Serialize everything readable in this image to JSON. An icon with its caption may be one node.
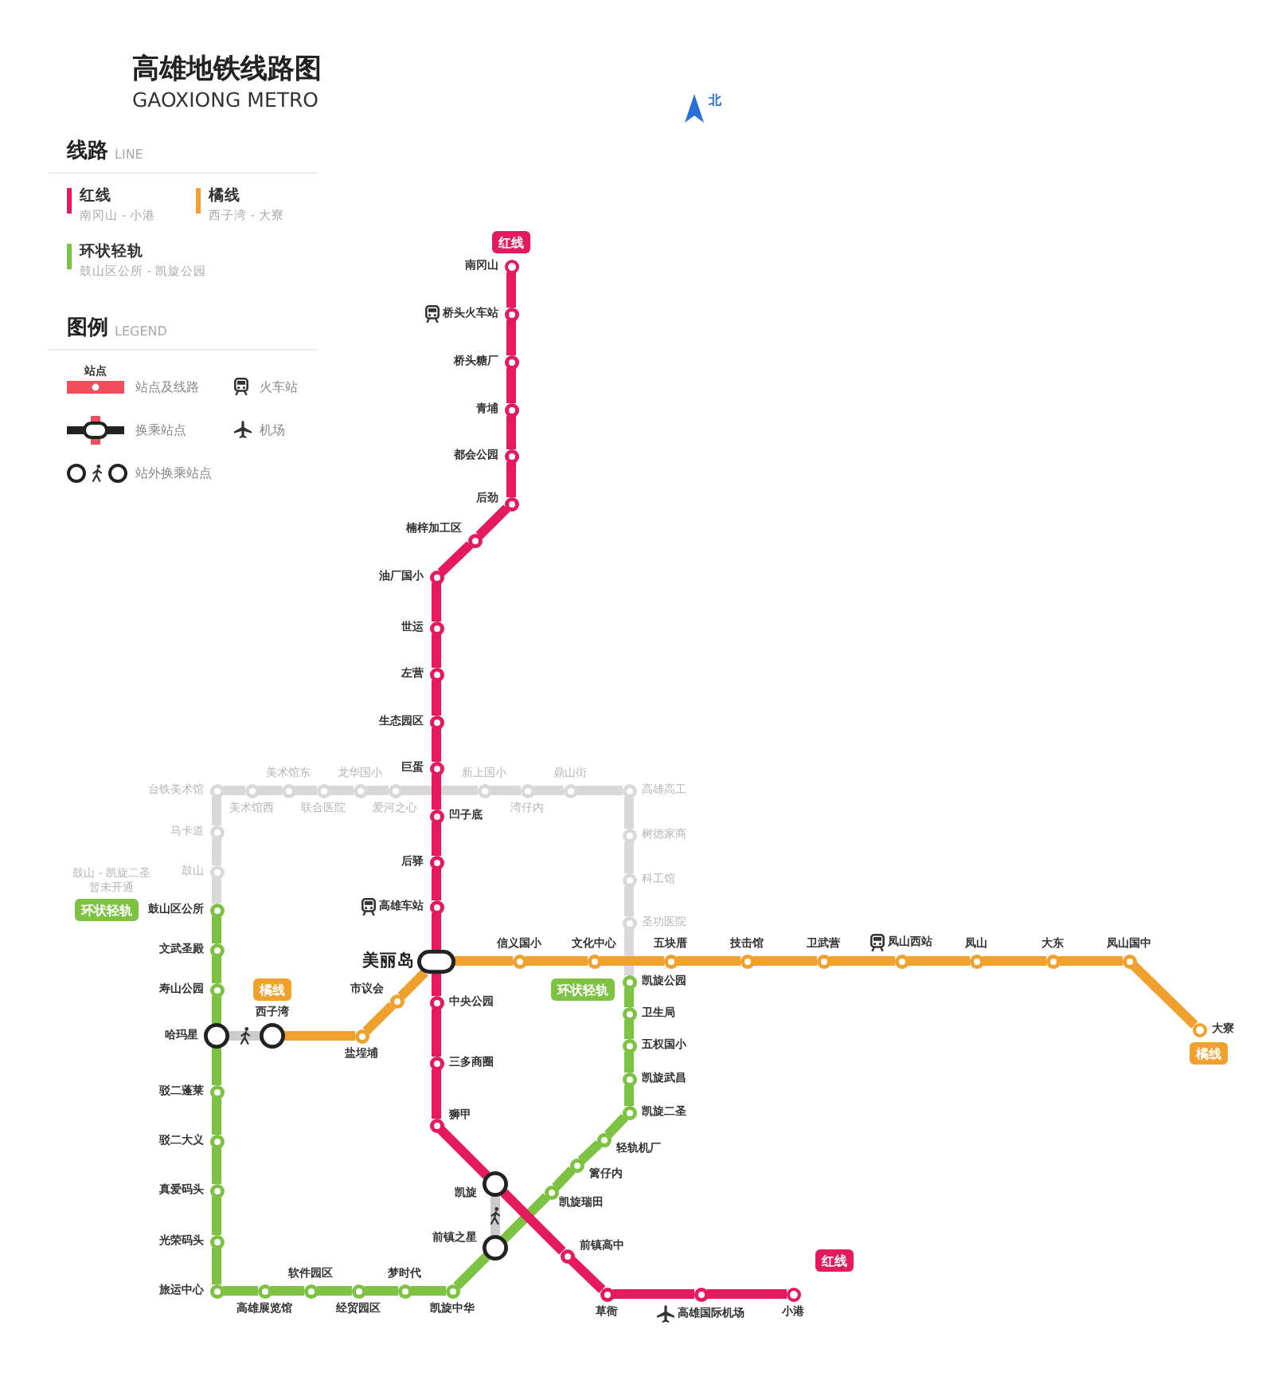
{
  "diagram": {
    "title": "高雄地铁线路图",
    "nodes": [
      {
        "text": [],
        "shape": "circle",
        "beside": [
          "南冈山"
        ]
      },
      {
        "text": [],
        "shape": "circle",
        "beside": [
          "桥头火车站"
        ]
      },
      {
        "text": [],
        "shape": "circle",
        "beside": [
          "桥头糖厂"
        ]
      },
      {
        "text": [],
        "shape": "circle",
        "beside": [
          "青埔"
        ]
      },
      {
        "text": [],
        "shape": "circle",
        "beside": [
          "都会公园"
        ]
      },
      {
        "text": [],
        "shape": "circle",
        "beside": [
          "后劲"
        ]
      },
      {
        "text": [],
        "shape": "circle",
        "beside": [
          "楠梓加工区"
        ]
      },
      {
        "text": [],
        "shape": "circle",
        "beside": [
          "油厂国小"
        ]
      },
      {
        "text": [],
        "shape": "circle",
        "beside": [
          "世运"
        ]
      },
      {
        "text": [],
        "shape": "circle",
        "beside": [
          "左营"
        ]
      },
      {
        "text": [],
        "shape": "circle",
        "beside": [
          "生态园区"
        ]
      },
      {
        "text": [],
        "shape": "circle",
        "beside": [
          "巨蛋"
        ]
      },
      {
        "text": [],
        "shape": "circle",
        "beside": [
          "凹子底"
        ]
      },
      {
        "text": [],
        "shape": "circle",
        "beside": [
          "后驿"
        ]
      },
      {
        "text": [],
        "shape": "circle",
        "beside": [
          "高雄车站"
        ]
      },
      {
        "text": [],
        "shape": "oval",
        "beside": [
          "美丽岛"
        ]
      },
      {
        "text": [],
        "shape": "circle",
        "beside": [
          "中央公园"
        ]
      },
      {
        "text": [],
        "shape": "circle",
        "beside": [
          "三多商圈"
        ]
      },
      {
        "text": [],
        "shape": "circle",
        "beside": [
          "狮甲"
        ]
      },
      {
        "text": [],
        "shape": "ring",
        "beside": [
          "凯旋"
        ]
      },
      {
        "text": [],
        "shape": "circle",
        "beside": [
          "前镇高中"
        ]
      },
      {
        "text": [],
        "shape": "circle",
        "beside": [
          "草衙"
        ]
      },
      {
        "text": [],
        "shape": "circle",
        "beside": [
          "高雄国际机场"
        ]
      },
      {
        "text": [],
        "shape": "circle",
        "beside": [
          "小港"
        ]
      },
      {
        "text": [],
        "shape": "ring",
        "beside": [
          "西子湾"
        ]
      },
      {
        "text": [],
        "shape": "circle",
        "beside": [
          "盐埕埔"
        ]
      },
      {
        "text": [],
        "shape": "circle",
        "beside": [
          "市议会"
        ]
      },
      {
        "text": [],
        "shape": "circle",
        "beside": [
          "信义国小"
        ]
      },
      {
        "text": [],
        "shape": "circle",
        "beside": [
          "文化中心"
        ]
      },
      {
        "text": [],
        "shape": "circle",
        "beside": [
          "五块厝"
        ]
      },
      {
        "text": [],
        "shape": "circle",
        "beside": [
          "技击馆"
        ]
      },
      {
        "text": [],
        "shape": "circle",
        "beside": [
          "卫武营"
        ]
      },
      {
        "text": [],
        "shape": "circle",
        "beside": [
          "凤山西站"
        ]
      },
      {
        "text": [],
        "shape": "circle",
        "beside": [
          "凤山"
        ]
      },
      {
        "text": [],
        "shape": "circle",
        "beside": [
          "大东"
        ]
      },
      {
        "text": [],
        "shape": "circle",
        "beside": [
          "凤山国中"
        ]
      },
      {
        "text": [],
        "shape": "circle",
        "beside": [
          "大寮"
        ]
      },
      {
        "text": [],
        "shape": "circle",
        "beside": [
          "鼓山区公所"
        ]
      },
      {
        "text": [],
        "shape": "circle",
        "beside": [
          "文武圣殿"
        ]
      },
      {
        "text": [],
        "shape": "circle",
        "beside": [
          "寿山公园"
        ]
      },
      {
        "text": [],
        "shape": "ring",
        "beside": [
          "哈玛星"
        ]
      },
      {
        "text": [],
        "shape": "circle",
        "beside": [
          "驳二蓬莱"
        ]
      },
      {
        "text": [],
        "shape": "circle",
        "beside": [
          "驳二大义"
        ]
      },
      {
        "text": [],
        "shape": "circle",
        "beside": [
          "真爱码头"
        ]
      },
      {
        "text": [],
        "shape": "circle",
        "beside": [
          "光荣码头"
        ]
      },
      {
        "text": [],
        "shape": "circle",
        "beside": [
          "旅运中心"
        ]
      },
      {
        "text": [],
        "shape": "circle",
        "beside": [
          "高雄展览馆"
        ]
      },
      {
        "text": [],
        "shape": "circle",
        "beside": [
          "软件园区"
        ]
      },
      {
        "text": [],
        "shape": "circle",
        "beside": [
          "经贸园区"
        ]
      },
      {
        "text": [],
        "shape": "circle",
        "beside": [
          "梦时代"
        ]
      },
      {
        "text": [],
        "shape": "circle",
        "beside": [
          "凯旋中华"
        ]
      },
      {
        "text": [],
        "shape": "ring",
        "beside": [
          "前镇之星"
        ]
      },
      {
        "text": [],
        "shape": "circle",
        "beside": [
          "凯旋瑞田"
        ]
      },
      {
        "text": [],
        "shape": "circle",
        "beside": [
          "篱仔内"
        ]
      },
      {
        "text": [],
        "shape": "circle",
        "beside": [
          "轻轨机厂"
        ]
      },
      {
        "text": [],
        "shape": "circle",
        "beside": [
          "凯旋二圣"
        ]
      },
      {
        "text": [],
        "shape": "circle",
        "beside": [
          "凯旋武昌"
        ]
      },
      {
        "text": [],
        "shape": "circle",
        "beside": [
          "五权国小"
        ]
      },
      {
        "text": [],
        "shape": "circle",
        "beside": [
          "卫生局"
        ]
      },
      {
        "text": [],
        "shape": "circle",
        "beside": [
          "凯旋公园"
        ]
      },
      {
        "text": [],
        "shape": "circle",
        "beside": [
          "圣功医院"
        ]
      },
      {
        "text": [],
        "shape": "circle",
        "beside": [
          "科工馆"
        ]
      },
      {
        "text": [],
        "shape": "circle",
        "beside": [
          "树德家商"
        ]
      },
      {
        "text": [],
        "shape": "circle",
        "beside": [
          "高雄高工"
        ]
      },
      {
        "text": [],
        "shape": "circle",
        "beside": [
          "鼎山街"
        ]
      },
      {
        "text": [],
        "shape": "circle",
        "beside": [
          "湾仔内"
        ]
      },
      {
        "text": [],
        "shape": "circle",
        "beside": [
          "新上国小"
        ]
      },
      {
        "text": [],
        "shape": "circle",
        "beside": [
          "爱河之心"
        ]
      },
      {
        "text": [],
        "shape": "circle",
        "beside": [
          "龙华国小"
        ]
      },
      {
        "text": [],
        "shape": "circle",
        "beside": [
          "联合医院"
        ]
      },
      {
        "text": [],
        "shape": "circle",
        "beside": [
          "美术馆东"
        ]
      },
      {
        "text": [],
        "shape": "circle",
        "beside": [
          "美术馆西"
        ]
      },
      {
        "text": [],
        "shape": "circle",
        "beside": [
          "台铁美术馆"
        ]
      },
      {
        "text": [],
        "shape": "circle",
        "beside": [
          "马卡道"
        ]
      },
      {
        "text": [],
        "shape": "circle",
        "beside": [
          "鼓山"
        ]
      }
    ],
    "edges": [
      {
        "from": 0,
        "to": 1,
        "arrow": "none",
        "color": "#e5195e"
      },
      {
        "from": 1,
        "to": 2,
        "arrow": "none",
        "color": "#e5195e"
      },
      {
        "from": 2,
        "to": 3,
        "arrow": "none",
        "color": "#e5195e"
      },
      {
        "from": 3,
        "to": 4,
        "arrow": "none",
        "color": "#e5195e"
      },
      {
        "from": 4,
        "to": 5,
        "arrow": "none",
        "color": "#e5195e"
      },
      {
        "from": 5,
        "to": 6,
        "arrow": "none",
        "color": "#e5195e"
      },
      {
        "from": 6,
        "to": 7,
        "arrow": "none",
        "color": "#e5195e"
      },
      {
        "from": 7,
        "to": 8,
        "arrow": "none",
        "color": "#e5195e"
      },
      {
        "from": 8,
        "to": 9,
        "arrow": "none",
        "color": "#e5195e"
      },
      {
        "from": 9,
        "to": 10,
        "arrow": "none",
        "color": "#e5195e"
      },
      {
        "from": 10,
        "to": 11,
        "arrow": "none",
        "color": "#e5195e"
      },
      {
        "from": 11,
        "to": 12,
        "arrow": "none",
        "color": "#e5195e"
      },
      {
        "from": 12,
        "to": 13,
        "arrow": "none",
        "color": "#e5195e"
      },
      {
        "from": 13,
        "to": 14,
        "arrow": "none",
        "color": "#e5195e"
      },
      {
        "from": 14,
        "to": 15,
        "arrow": "none",
        "color": "#e5195e"
      },
      {
        "from": 15,
        "to": 16,
        "arrow": "none",
        "color": "#e5195e"
      },
      {
        "from": 16,
        "to": 17,
        "arrow": "none",
        "color": "#e5195e"
      },
      {
        "from": 17,
        "to": 18,
        "arrow": "none",
        "color": "#e5195e"
      },
      {
        "from": 18,
        "to": 19,
        "arrow": "none",
        "color": "#e5195e"
      },
      {
        "from": 19,
        "to": 20,
        "arrow": "none",
        "color": "#e5195e"
      },
      {
        "from": 20,
        "to": 21,
        "arrow": "none",
        "color": "#e5195e"
      },
      {
        "from": 21,
        "to": 22,
        "arrow": "none",
        "color": "#e5195e"
      },
      {
        "from": 22,
        "to": 23,
        "arrow": "none",
        "color": "#e5195e"
      },
      {
        "from": 24,
        "to": 25,
        "arrow": "none",
        "color": "#f0a02c"
      },
      {
        "from": 25,
        "to": 26,
        "arrow": "none",
        "color": "#f0a02c"
      },
      {
        "from": 26,
        "to": 15,
        "arrow": "none",
        "color": "#f0a02c"
      },
      {
        "from": 15,
        "to": 27,
        "arrow": "none",
        "color": "#f0a02c"
      },
      {
        "from": 27,
        "to": 28,
        "arrow": "none",
        "color": "#f0a02c"
      },
      {
        "from": 28,
        "to": 29,
        "arrow": "none",
        "color": "#f0a02c"
      },
      {
        "from": 29,
        "to": 30,
        "arrow": "none",
        "color": "#f0a02c"
      },
      {
        "from": 30,
        "to": 31,
        "arrow": "none",
        "color": "#f0a02c"
      },
      {
        "from": 31,
        "to": 32,
        "arrow": "none",
        "color": "#f0a02c"
      },
      {
        "from": 32,
        "to": 33,
        "arrow": "none",
        "color": "#f0a02c"
      },
      {
        "from": 33,
        "to": 34,
        "arrow": "none",
        "color": "#f0a02c"
      },
      {
        "from": 34,
        "to": 35,
        "arrow": "none",
        "color": "#f0a02c"
      },
      {
        "from": 35,
        "to": 36,
        "arrow": "none",
        "color": "#f0a02c"
      },
      {
        "from": 37,
        "to": 38,
        "arrow": "none",
        "color": "#7dc242"
      },
      {
        "from": 38,
        "to": 39,
        "arrow": "none",
        "color": "#7dc242"
      },
      {
        "from": 39,
        "to": 40,
        "arrow": "none",
        "color": "#7dc242"
      },
      {
        "from": 40,
        "to": 41,
        "arrow": "none",
        "color": "#7dc242"
      },
      {
        "from": 41,
        "to": 42,
        "arrow": "none",
        "color": "#7dc242"
      },
      {
        "from": 42,
        "to": 43,
        "arrow": "none",
        "color": "#7dc242"
      },
      {
        "from": 43,
        "to": 44,
        "arrow": "none",
        "color": "#7dc242"
      },
      {
        "from": 44,
        "to": 45,
        "arrow": "none",
        "color": "#7dc242"
      },
      {
        "from": 45,
        "to": 46,
        "arrow": "none",
        "color": "#7dc242"
      },
      {
        "from": 46,
        "to": 47,
        "arrow": "none",
        "color": "#7dc242"
      },
      {
        "from": 47,
        "to": 48,
        "arrow": "none",
        "color": "#7dc242"
      },
      {
        "from": 48,
        "to": 49,
        "arrow": "none",
        "color": "#7dc242"
      },
      {
        "from": 49,
        "to": 50,
        "arrow": "none",
        "color": "#7dc242"
      },
      {
        "from": 50,
        "to": 51,
        "arrow": "none",
        "color": "#7dc242"
      },
      {
        "from": 51,
        "to": 52,
        "arrow": "none",
        "color": "#7dc242"
      },
      {
        "from": 52,
        "to": 53,
        "arrow": "none",
        "color": "#7dc242"
      },
      {
        "from": 53,
        "to": 54,
        "arrow": "none",
        "color": "#7dc242"
      },
      {
        "from": 54,
        "to": 55,
        "arrow": "none",
        "color": "#7dc242"
      },
      {
        "from": 55,
        "to": 56,
        "arrow": "none",
        "color": "#7dc242"
      },
      {
        "from": 56,
        "to": 57,
        "arrow": "none",
        "color": "#7dc242"
      },
      {
        "from": 57,
        "to": 58,
        "arrow": "none",
        "color": "#7dc242"
      },
      {
        "from": 58,
        "to": 59,
        "arrow": "none",
        "color": "#7dc242"
      },
      {
        "from": 59,
        "to": 60,
        "arrow": "none",
        "color": "#d9d9d9"
      },
      {
        "from": 60,
        "to": 61,
        "arrow": "none",
        "color": "#d9d9d9"
      },
      {
        "from": 61,
        "to": 62,
        "arrow": "none",
        "color": "#d9d9d9"
      },
      {
        "from": 62,
        "to": 63,
        "arrow": "none",
        "color": "#d9d9d9"
      },
      {
        "from": 63,
        "to": 64,
        "arrow": "none",
        "color": "#d9d9d9"
      },
      {
        "from": 64,
        "to": 65,
        "arrow": "none",
        "color": "#d9d9d9"
      },
      {
        "from": 65,
        "to": 66,
        "arrow": "none",
        "color": "#d9d9d9"
      },
      {
        "from": 66,
        "to": 67,
        "arrow": "none",
        "color": "#d9d9d9"
      },
      {
        "from": 67,
        "to": 68,
        "arrow": "none",
        "color": "#d9d9d9"
      },
      {
        "from": 68,
        "to": 69,
        "arrow": "none",
        "color": "#d9d9d9"
      },
      {
        "from": 69,
        "to": 70,
        "arrow": "none",
        "color": "#d9d9d9"
      },
      {
        "from": 70,
        "to": 71,
        "arrow": "none",
        "color": "#d9d9d9"
      },
      {
        "from": 71,
        "to": 72,
        "arrow": "none",
        "color": "#d9d9d9"
      },
      {
        "from": 72,
        "to": 73,
        "arrow": "none",
        "color": "#d9d9d9"
      },
      {
        "from": 73,
        "to": 74,
        "arrow": "none",
        "color": "#d9d9d9"
      },
      {
        "from": 74,
        "to": 37,
        "arrow": "none",
        "color": "#d9d9d9"
      },
      {
        "from": 40,
        "to": 24,
        "arrow": "none",
        "color": "#cccccc"
      },
      {
        "from": 19,
        "to": 51,
        "arrow": "none",
        "color": "#cccccc"
      }
    ],
    "labels": [
      "GAOXIONG METRO",
      "北",
      "线路",
      "LINE",
      "南冈山 - 小港",
      "西子湾 - 大寮",
      "鼓山区公所 - 凯旋公园",
      "图例",
      "LEGEND",
      "站点",
      "红线",
      "鼓山 - 凯旋二圣暂未开通",
      "环状轻轨",
      "橘线",
      "环状轻轨",
      "橘线",
      "红线"
    ],
    "legend": [
      {
        "text": "红线",
        "color": "#e5195e"
      },
      {
        "text": "橘线",
        "color": "#f0a02c"
      },
      {
        "text": "环状轻轨",
        "color": "#7dc242"
      },
      {
        "text": "站点及线路"
      },
      {
        "text": "火车站"
      },
      {
        "text": "换乘站点"
      },
      {
        "text": "机场"
      },
      {
        "text": "站外换乘站点"
      }
    ]
  }
}
